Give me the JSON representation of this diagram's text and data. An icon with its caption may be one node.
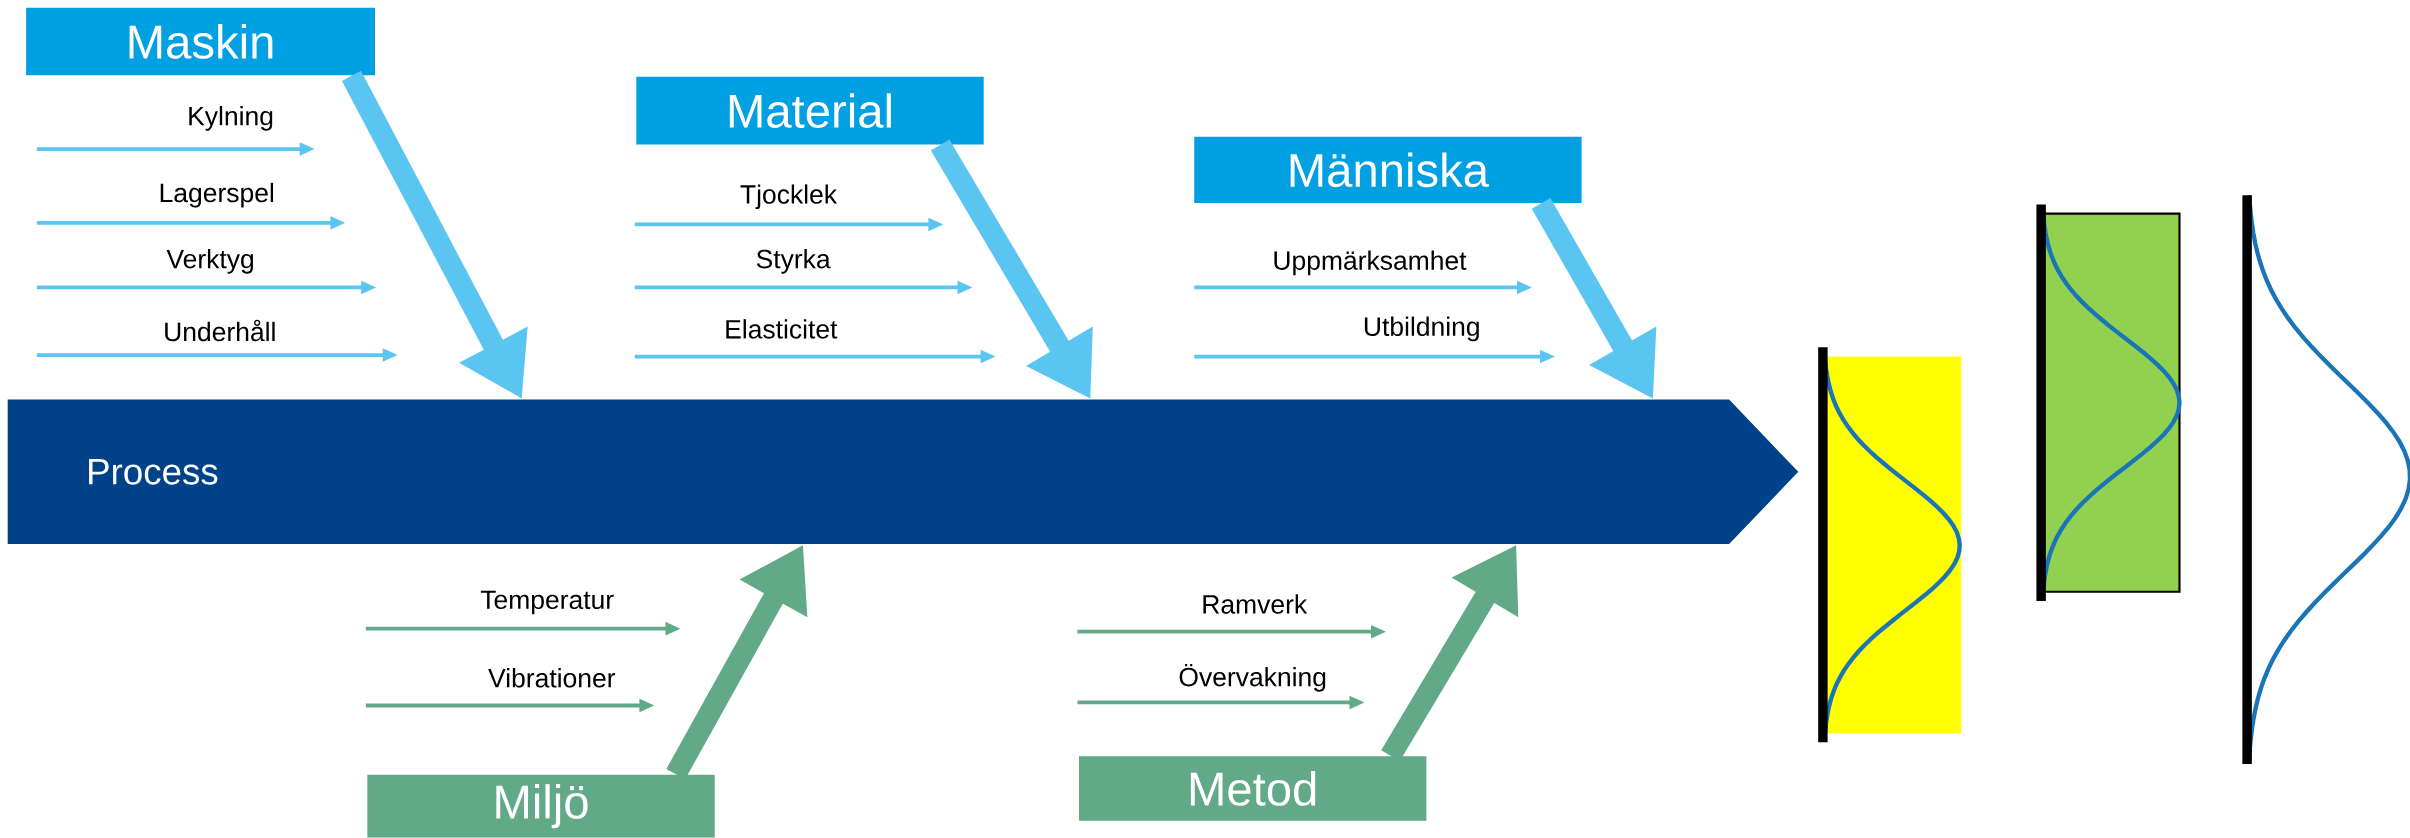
{
  "diagram": {
    "nodes": [
      {
        "text": [
          "Maskin"
        ]
      },
      {
        "text": [
          "Material"
        ]
      },
      {
        "text": [
          "Människa"
        ]
      },
      {
        "text": [
          "Process"
        ]
      },
      {
        "text": [
          "Miljö"
        ]
      },
      {
        "text": [
          "Metod"
        ]
      }
    ],
    "edges": [
      {
        "from": 0,
        "to": 3,
        "arrow": "to"
      },
      {
        "from": 1,
        "to": 3,
        "arrow": "to"
      },
      {
        "from": 2,
        "to": 3,
        "arrow": "to"
      },
      {
        "from": 4,
        "to": 3,
        "arrow": "to",
        "color": "#62a987"
      },
      {
        "from": 5,
        "to": 3,
        "arrow": "to",
        "color": "#62a987"
      }
    ],
    "labels": [
      "Kylning",
      "Lagerspel",
      "Verktyg",
      "Underhåll",
      "Tjocklek",
      "Styrka",
      "Elasticitet",
      "Uppmärksamhet",
      "Utbildning",
      "Temperatur",
      "Vibrationer",
      "Ramverk",
      "Övervakning"
    ]
  }
}
